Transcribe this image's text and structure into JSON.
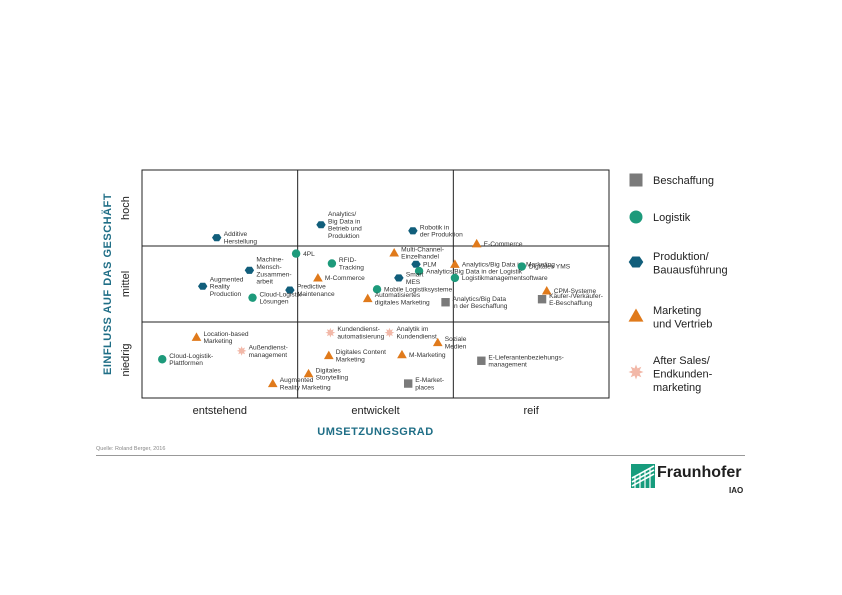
{
  "chart_data": {
    "type": "scatter",
    "xlabel": "UMSETZUNGSGRAD",
    "ylabel": "EINFLUSS AUF DAS GESCHÄFT",
    "x_categories": [
      "entstehend",
      "entwickelt",
      "reif"
    ],
    "y_categories": [
      "niedrig",
      "mittel",
      "hoch"
    ],
    "xlim": [
      0,
      3
    ],
    "ylim": [
      0,
      3
    ],
    "grid": true,
    "legend_position": "right",
    "series": [
      {
        "name": "Beschaffung",
        "marker": "square",
        "color": "#7a7a7a"
      },
      {
        "name": "Logistik",
        "marker": "circle",
        "color": "#1d9a7b"
      },
      {
        "name": "Produktion/\nBauausführung",
        "marker": "hexagon",
        "color": "#115e7b"
      },
      {
        "name": "Marketing\nund Vertrieb",
        "marker": "triangle",
        "color": "#e07a1b"
      },
      {
        "name": "After Sales/\nEndkunden-\nmarketing",
        "marker": "star",
        "color": "#f2b8a8"
      }
    ],
    "points": [
      {
        "label": "Additive\nHerstellung",
        "series": 2,
        "x": 0.48,
        "y": 2.11
      },
      {
        "label": "Analytics/\nBig Data in\nBetrieb und\nProduktion",
        "series": 2,
        "x": 1.15,
        "y": 2.28
      },
      {
        "label": "Robotik in\nder Produktion",
        "series": 2,
        "x": 1.74,
        "y": 2.2
      },
      {
        "label": "4PL",
        "series": 1,
        "x": 0.99,
        "y": 1.9
      },
      {
        "label": "RFID-\nTracking",
        "series": 1,
        "x": 1.22,
        "y": 1.77
      },
      {
        "label": "Multi-Channel-\nEinzelhandel",
        "series": 3,
        "x": 1.62,
        "y": 1.91
      },
      {
        "label": "E-Commerce",
        "series": 3,
        "x": 2.15,
        "y": 2.03
      },
      {
        "label": "PLM",
        "series": 2,
        "x": 1.76,
        "y": 1.76
      },
      {
        "label": "Analytics/Big Data im Marketing",
        "series": 3,
        "x": 2.01,
        "y": 1.76
      },
      {
        "label": "Digitales YMS",
        "series": 1,
        "x": 2.44,
        "y": 1.73
      },
      {
        "label": "Machine-\nMensch-\nZusammen-\narbeit",
        "series": 2,
        "x": 0.69,
        "y": 1.68
      },
      {
        "label": "Analytics/Big Data in der Logistik",
        "series": 1,
        "x": 1.78,
        "y": 1.67
      },
      {
        "label": "Smart\nMES",
        "series": 2,
        "x": 1.65,
        "y": 1.58
      },
      {
        "label": "M-Commerce",
        "series": 3,
        "x": 1.13,
        "y": 1.58
      },
      {
        "label": "Logistikmanagementsoftware",
        "series": 1,
        "x": 2.01,
        "y": 1.58
      },
      {
        "label": "Augmented\nReality\nProduction",
        "series": 2,
        "x": 0.39,
        "y": 1.47
      },
      {
        "label": "Predictive\nMaintenance",
        "series": 2,
        "x": 0.95,
        "y": 1.42
      },
      {
        "label": "Mobile Logistiksysteme",
        "series": 1,
        "x": 1.51,
        "y": 1.43
      },
      {
        "label": "CPM-Systeme",
        "series": 3,
        "x": 2.6,
        "y": 1.41
      },
      {
        "label": "Cloud-Logistik-\nLösungen",
        "series": 1,
        "x": 0.71,
        "y": 1.32
      },
      {
        "label": "Automatisiertes\ndigitales Marketing",
        "series": 3,
        "x": 1.45,
        "y": 1.31
      },
      {
        "label": "Analytics/Big Data\nin der Beschaffung",
        "series": 0,
        "x": 1.95,
        "y": 1.26
      },
      {
        "label": "Käufer-/Verkäufer-\nE-Beschaffung",
        "series": 0,
        "x": 2.57,
        "y": 1.3
      },
      {
        "label": "Location-based\nMarketing",
        "series": 3,
        "x": 0.35,
        "y": 0.8
      },
      {
        "label": "Kundendienst-\nautomatisierung",
        "series": 4,
        "x": 1.21,
        "y": 0.86
      },
      {
        "label": "Analytik im\nKundendienst",
        "series": 4,
        "x": 1.59,
        "y": 0.86
      },
      {
        "label": "Außendienst-\nmanagement",
        "series": 4,
        "x": 0.64,
        "y": 0.62
      },
      {
        "label": "Soziale\nMedien",
        "series": 3,
        "x": 1.9,
        "y": 0.73
      },
      {
        "label": "Digitales Content\nMarketing",
        "series": 3,
        "x": 1.2,
        "y": 0.56
      },
      {
        "label": "M-Marketing",
        "series": 3,
        "x": 1.67,
        "y": 0.57
      },
      {
        "label": "Cloud-Logistik-\nPlattformen",
        "series": 1,
        "x": 0.13,
        "y": 0.51
      },
      {
        "label": "E-Lieferantenbeziehungs-\nmanagement",
        "series": 0,
        "x": 2.18,
        "y": 0.49
      },
      {
        "label": "Digitales\nStorytelling",
        "series": 3,
        "x": 1.07,
        "y": 0.32
      },
      {
        "label": "E-Market-\nplaces",
        "series": 0,
        "x": 1.71,
        "y": 0.19
      },
      {
        "label": "Augmented\nReality Marketing",
        "series": 3,
        "x": 0.84,
        "y": 0.19
      }
    ]
  },
  "footer": {
    "source": "Quelle: Roland Berger, 2016",
    "logo_name": "Fraunhofer",
    "logo_sub": "IAO"
  }
}
